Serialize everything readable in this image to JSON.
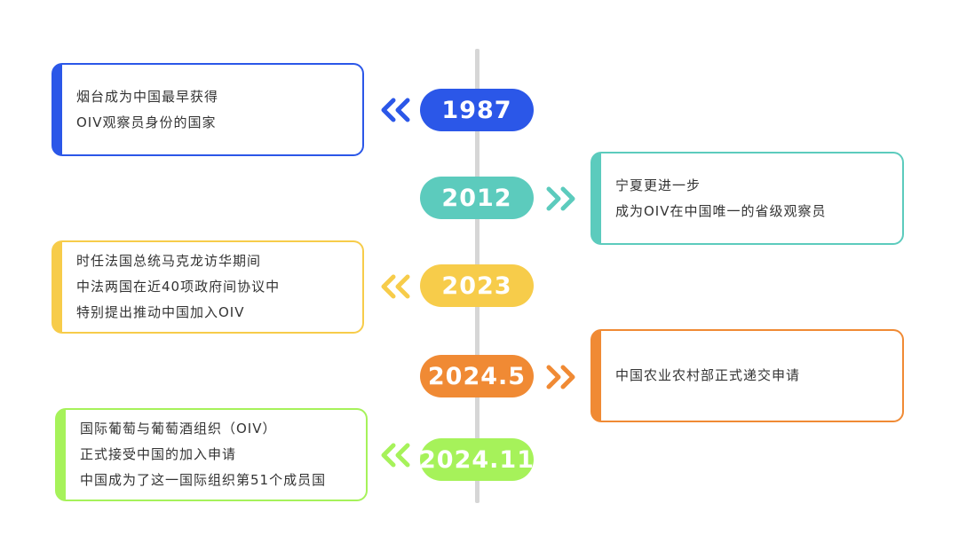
{
  "colors": {
    "blue": "#2b57e8",
    "teal": "#5ccbbd",
    "yellow": "#f7cc4a",
    "orange": "#f08a34",
    "green": "#a6f25a",
    "axis": "#d6d6d6"
  },
  "timeline": [
    {
      "year": "1987",
      "side": "left",
      "color": "#2b57e8",
      "lines": [
        "烟台成为中国最早获得",
        "OIV观察员身份的国家"
      ]
    },
    {
      "year": "2012",
      "side": "right",
      "color": "#5ccbbd",
      "lines": [
        "宁夏更进一步",
        "成为OIV在中国唯一的省级观察员"
      ]
    },
    {
      "year": "2023",
      "side": "left",
      "color": "#f7cc4a",
      "lines": [
        "时任法国总统马克龙访华期间",
        "中法两国在近40项政府间协议中",
        "特别提出推动中国加入OIV"
      ]
    },
    {
      "year": "2024.5",
      "side": "right",
      "color": "#f08a34",
      "lines": [
        "中国农业农村部正式递交申请"
      ]
    },
    {
      "year": "2024.11",
      "side": "left",
      "color": "#a6f25a",
      "lines": [
        "国际葡萄与葡萄酒组织（OIV）",
        "正式接受中国的加入申请",
        "中国成为了这一国际组织第51个成员国"
      ]
    }
  ]
}
